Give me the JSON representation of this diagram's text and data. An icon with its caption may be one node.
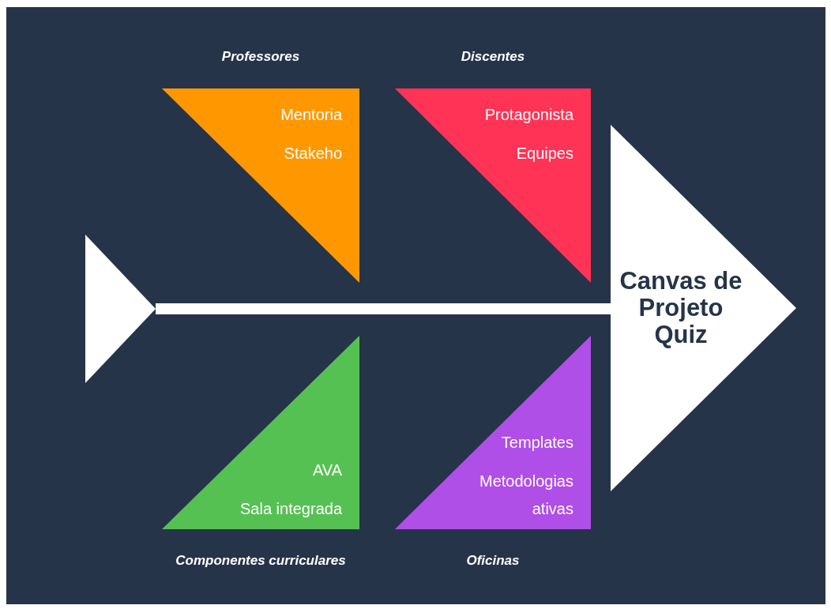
{
  "diagram": {
    "nodes": [
      {
        "text": [
          "Professores",
          "Mentoria",
          "Stakeho"
        ]
      },
      {
        "text": [
          "Discentes",
          "Protagonista",
          "Equipes"
        ]
      },
      {
        "text": [],
        "shape": "triangle"
      },
      {
        "text": [
          "Canvas de Projeto Quiz"
        ]
      },
      {
        "text": [
          "AVA",
          "Sala integrada",
          "Componentes curriculares"
        ]
      },
      {
        "text": [
          "Templates",
          "Metodologias ativas",
          "Oficinas"
        ]
      }
    ],
    "edges": [
      {
        "from": 2,
        "to": 3,
        "arrow": "none"
      }
    ]
  }
}
